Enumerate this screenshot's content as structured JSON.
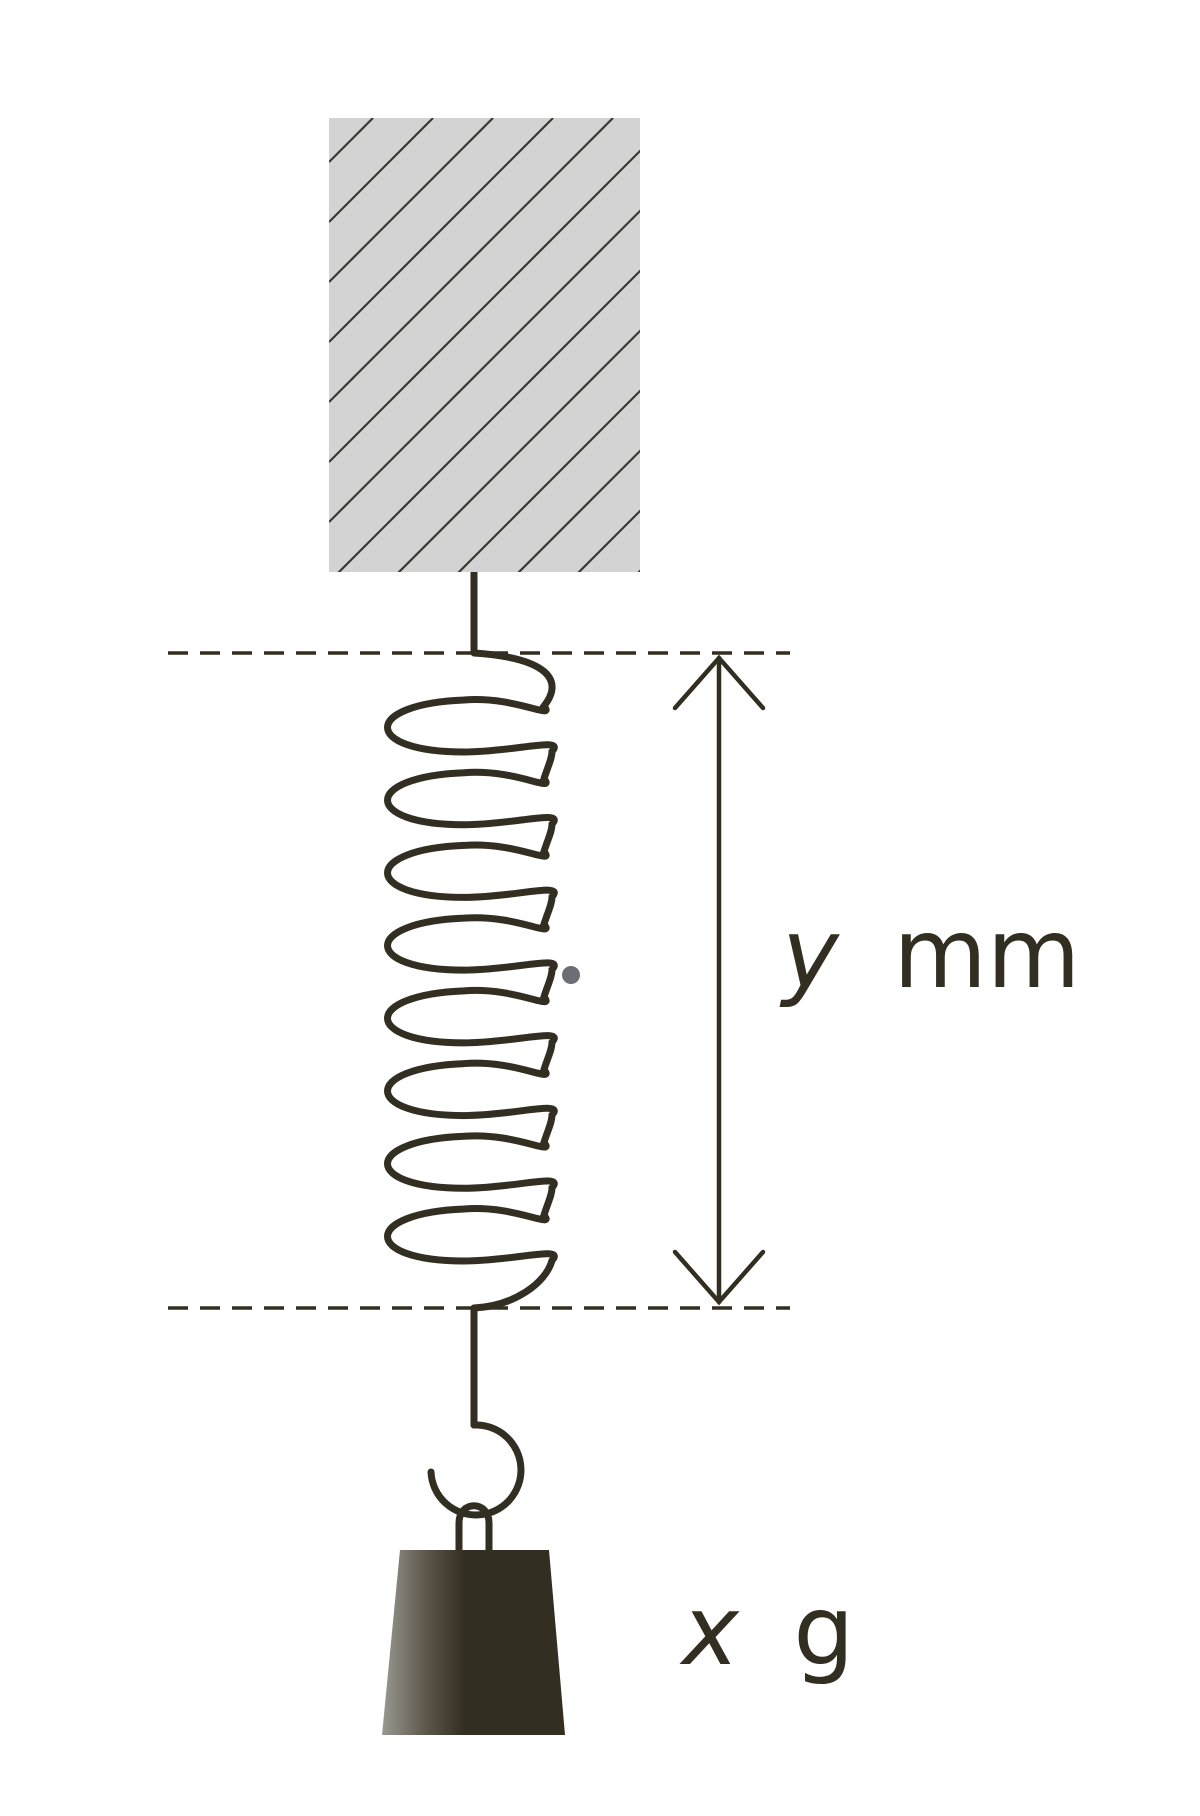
{
  "diagram": {
    "length_label": {
      "variable": "y",
      "unit": "mm"
    },
    "mass_label": {
      "variable": "x",
      "unit": "g"
    }
  },
  "colors": {
    "ink": "#332e22",
    "support_fill": "#d3d3d3",
    "dot": "#6b6e72"
  },
  "icons": {
    "support": "hatched-ceiling-block",
    "spring": "coil-spring",
    "hook": "hook",
    "weight": "hanging-mass"
  }
}
